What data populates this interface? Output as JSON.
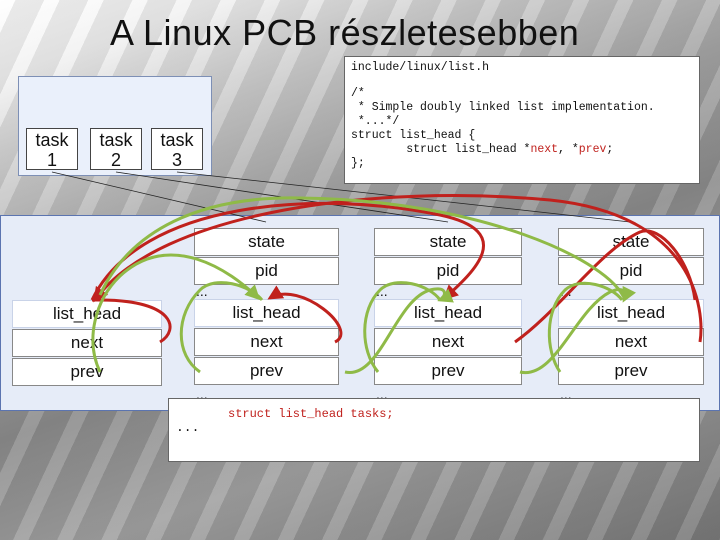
{
  "title": "A Linux PCB részletesebben",
  "tasks": [
    "task\n1",
    "task\n2",
    "task\n3"
  ],
  "code": {
    "path": "include/linux/list.h",
    "comment_lines": [
      "/*",
      " * Simple doubly linked list implementation.",
      " *...*/"
    ],
    "struct_open": "struct list_head {",
    "member_prefix": "        struct list_head *",
    "next_kw": "next",
    "member_sep": ", *",
    "prev_kw": "prev",
    "member_end": ";",
    "struct_close": "};"
  },
  "fields": {
    "state": "state",
    "pid": "pid",
    "list_head": "list_head",
    "next": "next",
    "prev": "prev",
    "ellipsis": "..."
  },
  "lower_code": "struct list_head tasks;",
  "lower_ellipsis": "...",
  "colors": {
    "arrow_red": "#c0211d",
    "arrow_green": "#8fba47",
    "region_border": "#5b74b0",
    "region_fill": "#e6ecf8"
  }
}
